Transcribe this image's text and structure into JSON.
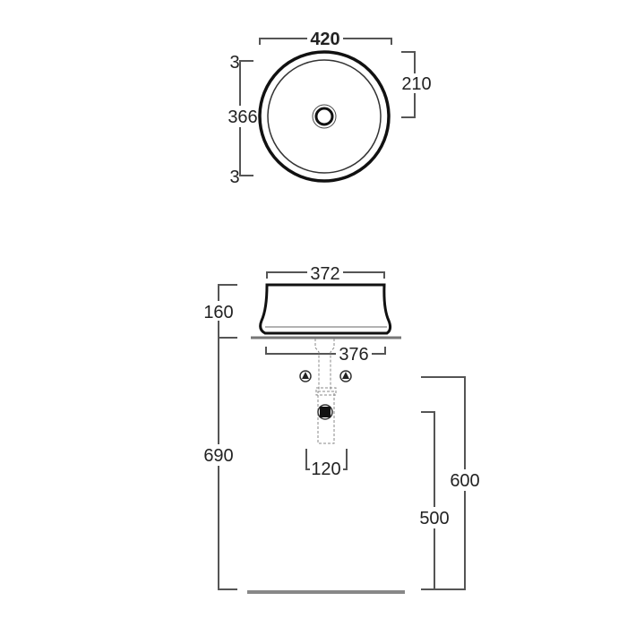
{
  "top_view": {
    "width_label": "420",
    "rim_top_label": "3",
    "inner_label": "366",
    "rim_bottom_label": "3",
    "drain_offset_label": "210"
  },
  "side_view": {
    "top_width_label": "372",
    "bottom_width_label": "376",
    "height_label": "160",
    "counter_height_label": "690",
    "trap_width_label": "120",
    "supply_height_label": "600",
    "waste_height_label": "500"
  }
}
